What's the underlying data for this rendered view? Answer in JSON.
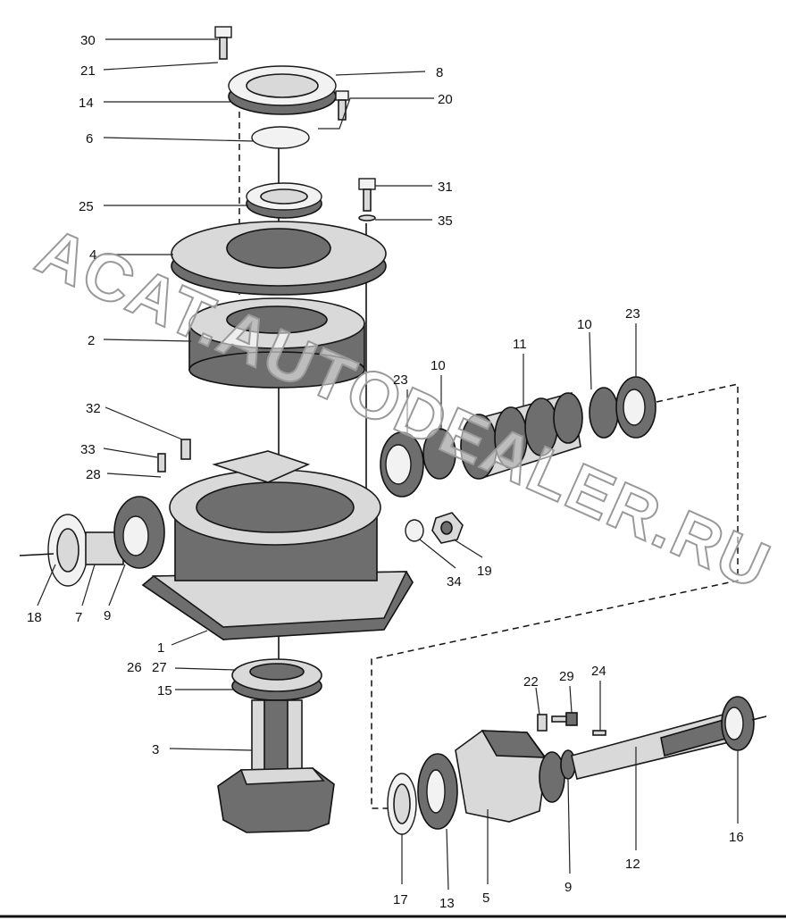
{
  "watermark": "ACAT.AUTODEALER.RU",
  "callouts": [
    {
      "id": "30",
      "text": "30"
    },
    {
      "id": "21",
      "text": "21"
    },
    {
      "id": "8",
      "text": "8"
    },
    {
      "id": "14",
      "text": "14"
    },
    {
      "id": "20",
      "text": "20"
    },
    {
      "id": "6",
      "text": "6"
    },
    {
      "id": "31",
      "text": "31"
    },
    {
      "id": "25",
      "text": "25"
    },
    {
      "id": "35",
      "text": "35"
    },
    {
      "id": "4",
      "text": "4"
    },
    {
      "id": "2",
      "text": "2"
    },
    {
      "id": "23a",
      "text": "23"
    },
    {
      "id": "10a",
      "text": "10"
    },
    {
      "id": "11",
      "text": "11"
    },
    {
      "id": "23b",
      "text": "23"
    },
    {
      "id": "10b",
      "text": "10"
    },
    {
      "id": "32",
      "text": "32"
    },
    {
      "id": "33",
      "text": "33"
    },
    {
      "id": "28",
      "text": "28"
    },
    {
      "id": "34",
      "text": "34"
    },
    {
      "id": "19",
      "text": "19"
    },
    {
      "id": "18",
      "text": "18"
    },
    {
      "id": "7",
      "text": "7"
    },
    {
      "id": "9a",
      "text": "9"
    },
    {
      "id": "1",
      "text": "1"
    },
    {
      "id": "26",
      "text": "26"
    },
    {
      "id": "27",
      "text": "27"
    },
    {
      "id": "15",
      "text": "15"
    },
    {
      "id": "3",
      "text": "3"
    },
    {
      "id": "22",
      "text": "22"
    },
    {
      "id": "29",
      "text": "29"
    },
    {
      "id": "24",
      "text": "24"
    },
    {
      "id": "16",
      "text": "16"
    },
    {
      "id": "12",
      "text": "12"
    },
    {
      "id": "9b",
      "text": "9"
    },
    {
      "id": "17",
      "text": "17"
    },
    {
      "id": "13",
      "text": "13"
    },
    {
      "id": "5",
      "text": "5"
    }
  ]
}
